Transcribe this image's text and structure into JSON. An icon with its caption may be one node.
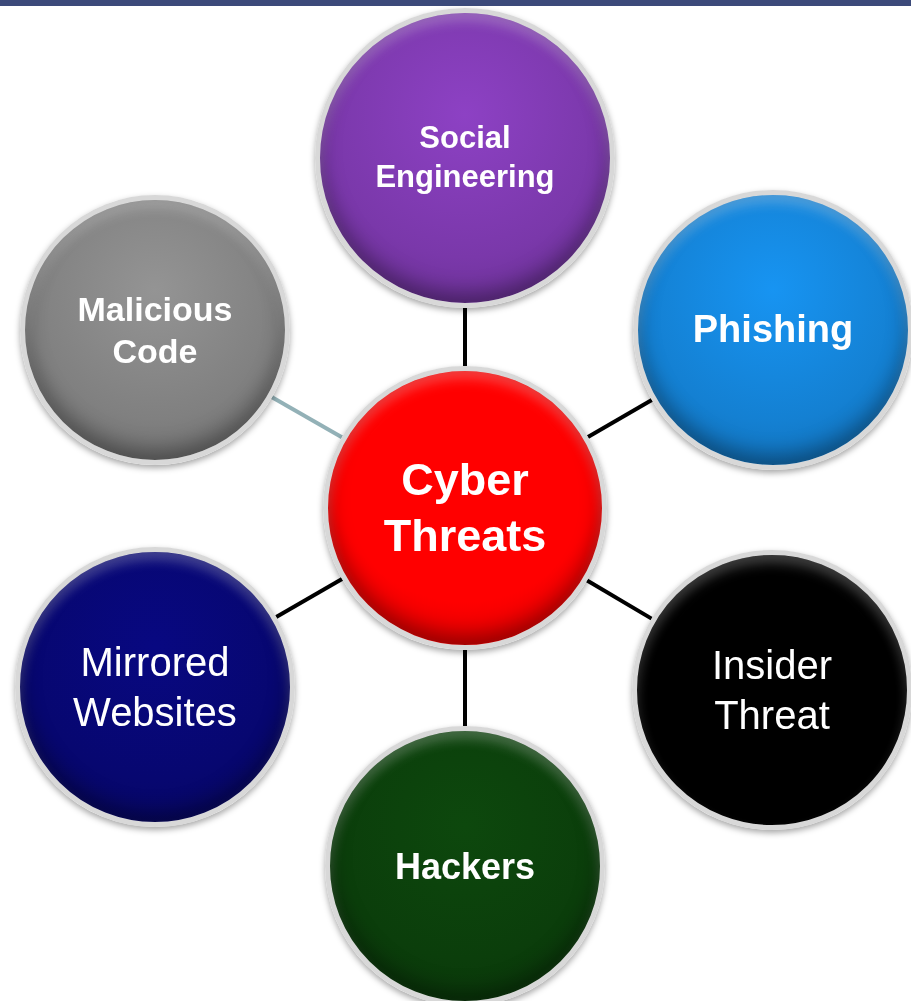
{
  "diagram": {
    "nodes": [
      {
        "text": [
          "Social Engineering"
        ]
      },
      {
        "text": [
          "Malicious Code"
        ]
      },
      {
        "text": [
          "Phishing"
        ]
      },
      {
        "text": [
          "Cyber Threats"
        ]
      },
      {
        "text": [
          "Mirrored Websites"
        ]
      },
      {
        "text": [
          "Insider Threat"
        ]
      },
      {
        "text": [
          "Hackers"
        ]
      }
    ],
    "edges": [
      {
        "from": 3,
        "to": 0,
        "arrow": "none"
      },
      {
        "from": 3,
        "to": 2,
        "arrow": "none"
      },
      {
        "from": 3,
        "to": 5,
        "arrow": "none"
      },
      {
        "from": 3,
        "to": 6,
        "arrow": "none"
      },
      {
        "from": 3,
        "to": 4,
        "arrow": "none"
      },
      {
        "from": 3,
        "to": 1,
        "arrow": "none",
        "color": "#93b1b7"
      }
    ]
  }
}
